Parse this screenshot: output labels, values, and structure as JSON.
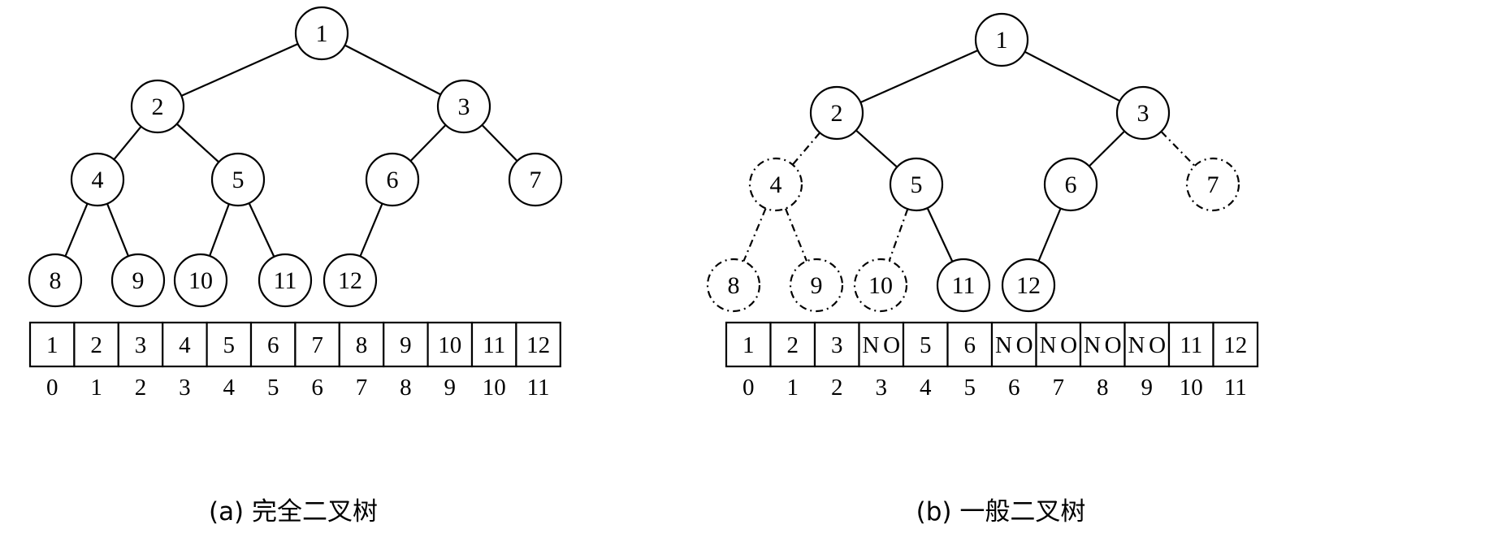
{
  "diagrams": [
    {
      "id": "a",
      "caption": "(a) 完全二叉树",
      "nodes": [
        {
          "label": "1",
          "present": true
        },
        {
          "label": "2",
          "present": true
        },
        {
          "label": "3",
          "present": true
        },
        {
          "label": "4",
          "present": true
        },
        {
          "label": "5",
          "present": true
        },
        {
          "label": "6",
          "present": true
        },
        {
          "label": "7",
          "present": true
        },
        {
          "label": "8",
          "present": true
        },
        {
          "label": "9",
          "present": true
        },
        {
          "label": "10",
          "present": true
        },
        {
          "label": "11",
          "present": true
        },
        {
          "label": "12",
          "present": true
        }
      ],
      "edges": [
        {
          "from": "1",
          "to": "2",
          "present": true
        },
        {
          "from": "1",
          "to": "3",
          "present": true
        },
        {
          "from": "2",
          "to": "4",
          "present": true
        },
        {
          "from": "2",
          "to": "5",
          "present": true
        },
        {
          "from": "3",
          "to": "6",
          "present": true
        },
        {
          "from": "3",
          "to": "7",
          "present": true
        },
        {
          "from": "4",
          "to": "8",
          "present": true
        },
        {
          "from": "4",
          "to": "9",
          "present": true
        },
        {
          "from": "5",
          "to": "10",
          "present": true
        },
        {
          "from": "5",
          "to": "11",
          "present": true
        },
        {
          "from": "6",
          "to": "12",
          "present": true
        }
      ],
      "array": [
        "1",
        "2",
        "3",
        "4",
        "5",
        "6",
        "7",
        "8",
        "9",
        "10",
        "11",
        "12"
      ],
      "indices": [
        "0",
        "1",
        "2",
        "3",
        "4",
        "5",
        "6",
        "7",
        "8",
        "9",
        "10",
        "11"
      ]
    },
    {
      "id": "b",
      "caption": "(b) 一般二叉树",
      "nodes": [
        {
          "label": "1",
          "present": true
        },
        {
          "label": "2",
          "present": true
        },
        {
          "label": "3",
          "present": true
        },
        {
          "label": "4",
          "present": false
        },
        {
          "label": "5",
          "present": true
        },
        {
          "label": "6",
          "present": true
        },
        {
          "label": "7",
          "present": false
        },
        {
          "label": "8",
          "present": false
        },
        {
          "label": "9",
          "present": false
        },
        {
          "label": "10",
          "present": false
        },
        {
          "label": "11",
          "present": true
        },
        {
          "label": "12",
          "present": true
        }
      ],
      "edges": [
        {
          "from": "1",
          "to": "2",
          "present": true
        },
        {
          "from": "1",
          "to": "3",
          "present": true
        },
        {
          "from": "2",
          "to": "4",
          "present": false
        },
        {
          "from": "2",
          "to": "5",
          "present": true
        },
        {
          "from": "3",
          "to": "6",
          "present": true
        },
        {
          "from": "3",
          "to": "7",
          "present": false
        },
        {
          "from": "4",
          "to": "8",
          "present": false
        },
        {
          "from": "4",
          "to": "9",
          "present": false
        },
        {
          "from": "5",
          "to": "10",
          "present": false
        },
        {
          "from": "5",
          "to": "11",
          "present": true
        },
        {
          "from": "6",
          "to": "12",
          "present": true
        }
      ],
      "array": [
        "1",
        "2",
        "3",
        "NO",
        "5",
        "6",
        "NO",
        "NO",
        "NO",
        "NO",
        "11",
        "12"
      ],
      "indices": [
        "0",
        "1",
        "2",
        "3",
        "4",
        "5",
        "6",
        "7",
        "8",
        "9",
        "10",
        "11"
      ]
    }
  ],
  "colors": {
    "line": "#000000",
    "background": "#ffffff"
  }
}
